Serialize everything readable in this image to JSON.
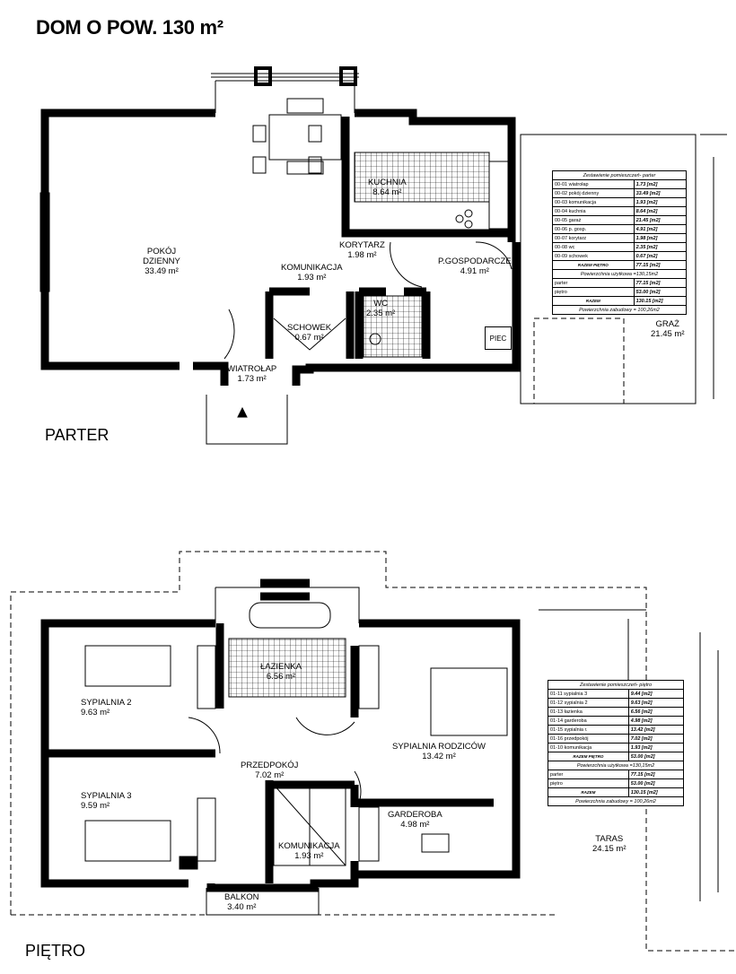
{
  "title": "DOM O POW.  130 m²",
  "parter": {
    "label": "PARTER",
    "rooms": [
      {
        "name": "KUCHNIA",
        "area": "8.64 m²"
      },
      {
        "name": "POKÓJ DZIENNY",
        "area": "33.49 m²"
      },
      {
        "name": "KORYTARZ",
        "area": "1.98 m²"
      },
      {
        "name": "KOMUNIKACJA",
        "area": "1.93 m²"
      },
      {
        "name": "WC",
        "area": "2.35 m²"
      },
      {
        "name": "P.GOSPODARCZE",
        "area": "4.91 m²"
      },
      {
        "name": "SCHOWEK",
        "area": "0.67 m²"
      },
      {
        "name": "WIATROŁAP",
        "area": "1.73 m²"
      },
      {
        "name": "GRAŻ",
        "area": "21.45 m²"
      }
    ],
    "piec": "PIEC",
    "table": {
      "title": "Zestawienie pomieszczeń- parter",
      "rows": [
        [
          "00-01 wiatrołap",
          "1.73 [m2]"
        ],
        [
          "00-02 pokój dzienny",
          "33.49 [m2]"
        ],
        [
          "00-03 komunikacja",
          "1.93 [m2]"
        ],
        [
          "00-04 kuchnia",
          "8.64 [m2]"
        ],
        [
          "00-05 garaż",
          "21.45 [m2]"
        ],
        [
          "00-06  p. gosp.",
          "4.91 [m2]"
        ],
        [
          "00-07 korytarz",
          "1.98 [m2]"
        ],
        [
          "00-08 wc",
          "2.35 [m2]"
        ],
        [
          "00-09 schowek",
          "0.67 [m2]"
        ]
      ],
      "total_label": "RAZEM PIĘTRO",
      "total": "77.15 [m2]",
      "usable": "Powierzchnia użytkowa =130,15m2",
      "summary": [
        [
          "parter",
          "77.15 [m2]"
        ],
        [
          "piętro",
          "53.00 [m2]"
        ]
      ],
      "sum_label": "RAZEM",
      "sum": "130.15 [m2]",
      "built": "Powierzchnia zabudowy = 100,26m2"
    }
  },
  "pietro": {
    "label": "PIĘTRO",
    "rooms": [
      {
        "name": "ŁAZIENKA",
        "area": "6.56 m²"
      },
      {
        "name": "SYPIALNIA 2",
        "area": "9.63 m²"
      },
      {
        "name": "SYPIALNIA 3",
        "area": "9.59 m²"
      },
      {
        "name": "PRZEDPOKÓJ",
        "area": "7.02 m²"
      },
      {
        "name": "SYPIALNIA RODZICÓW",
        "area": "13.42 m²"
      },
      {
        "name": "GARDEROBA",
        "area": "4.98 m²"
      },
      {
        "name": "KOMUNIKACJA",
        "area": "1.93 m²"
      },
      {
        "name": "BALKON",
        "area": "3.40 m²"
      },
      {
        "name": "TARAS",
        "area": "24.15 m²"
      }
    ],
    "table": {
      "title": "Zestawienie pomieszczeń- piętro",
      "rows": [
        [
          "01-11 sypialnia 3",
          "9.44 [m2]"
        ],
        [
          "01-12 sypialnia 2",
          "9.63 [m2]"
        ],
        [
          "01-13 łazienka",
          "6.56 [m2]"
        ],
        [
          "01-14 garderoba",
          "4.98 [m2]"
        ],
        [
          "01-15 sypialnia r.",
          "13.42 [m2]"
        ],
        [
          "01-16  przedpokój",
          "7.02 [m2]"
        ],
        [
          "01-10 komunikacja",
          "1.93 [m2]"
        ]
      ],
      "total_label": "RAZEM PIĘTRO",
      "total": "53.00 [m2]",
      "usable": "Powierzchnia użytkowa =130,15m2",
      "summary": [
        [
          "parter",
          "77.15 [m2]"
        ],
        [
          "piętro",
          "53.00 [m2]"
        ]
      ],
      "sum_label": "RAZEM",
      "sum": "130.15 [m2]",
      "built": "Powierzchnia zabudowy = 100,26m2"
    }
  }
}
